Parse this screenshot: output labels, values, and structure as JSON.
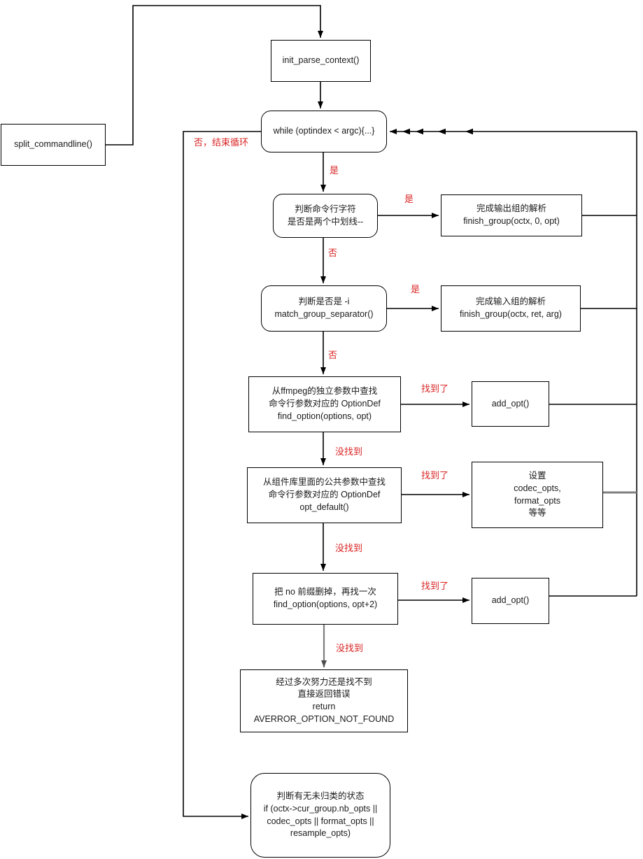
{
  "diagram": {
    "title": "ffmpeg command line parsing flowchart",
    "colors": {
      "background": "#ffffff",
      "node_stroke": "#000000",
      "node_fill": "#ffffff",
      "edge_black": "#000000",
      "edge_gray": "#7f7f7f",
      "label_red": "#d92525",
      "text": "#1a1a1a"
    },
    "nodes": {
      "split_commandline": {
        "shape": "rect",
        "text": "split_commandline()"
      },
      "init_parse_context": {
        "shape": "rect",
        "text": "init_parse_context()"
      },
      "while_loop": {
        "shape": "rounded",
        "text": "while (optindex < argc){...}"
      },
      "check_double_dash": {
        "shape": "rounded",
        "text": "判断命令行字符\n是否是两个中划线--"
      },
      "finish_group_output": {
        "shape": "rect",
        "text": "完成输出组的解析\nfinish_group(octx, 0, opt)"
      },
      "check_input_separator": {
        "shape": "rounded",
        "text": "判断是否是 -i\nmatch_group_separator()"
      },
      "finish_group_input": {
        "shape": "rect",
        "text": "完成输入组的解析\nfinish_group(octx, ret, arg)"
      },
      "find_option_ffmpeg": {
        "shape": "rect",
        "text": "从ffmpeg的独立参数中查找\n命令行参数对应的 OptionDef\nfind_option(options, opt)"
      },
      "add_opt_1": {
        "shape": "rect",
        "text": "add_opt()"
      },
      "opt_default": {
        "shape": "rect",
        "text": "从组件库里面的公共参数中查找\n命令行参数对应的 OptionDef\nopt_default()"
      },
      "set_opts": {
        "shape": "rect",
        "text": "设置\ncodec_opts,\nformat_opts\n等等"
      },
      "find_option_no_prefix": {
        "shape": "rect",
        "text": "把 no 前缀删掉，再找一次\nfind_option(options, opt+2)"
      },
      "add_opt_2": {
        "shape": "rect",
        "text": "add_opt()"
      },
      "return_error": {
        "shape": "rect",
        "text": "经过多次努力还是找不到\n直接返回错误\nreturn\nAVERROR_OPTION_NOT_FOUND"
      },
      "check_ungrouped": {
        "shape": "rounded",
        "text": "判断有无未归类的状态\nif (octx->cur_group.nb_opts ||\ncodec_opts || format_opts ||\nresample_opts)"
      }
    },
    "edge_labels": {
      "exit_loop": "否，结束循环",
      "yes_1": "是",
      "yes_2": "是",
      "yes_3": "是",
      "no_1": "否",
      "no_2": "否",
      "found_1": "找到了",
      "found_2": "找到了",
      "found_3": "找到了",
      "not_found_1": "没找到",
      "not_found_2": "没找到",
      "not_found_3": "没找到"
    }
  }
}
